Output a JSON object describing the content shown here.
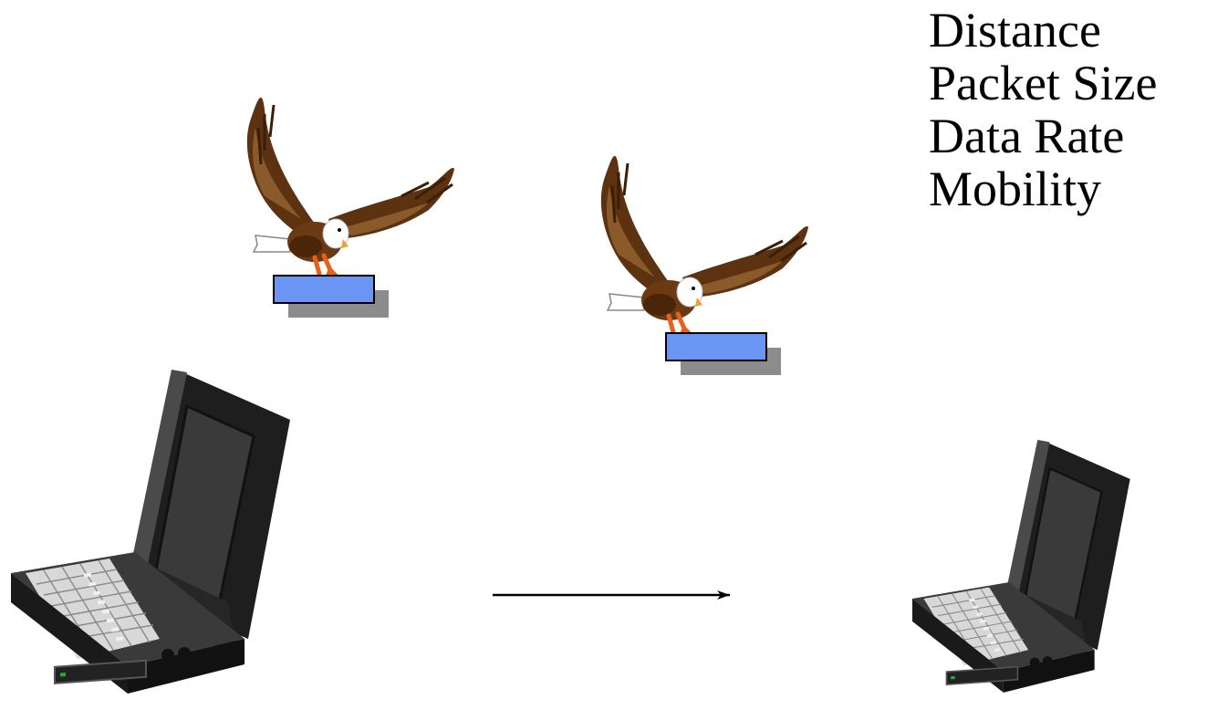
{
  "factors": [
    "Distance",
    "Packet Size",
    "Data Rate",
    "Mobility"
  ],
  "icons": {
    "sender": "laptop-icon",
    "receiver": "laptop-icon",
    "carrier": "eagle-icon",
    "packet": "packet-icon",
    "direction": "arrow-right-icon"
  },
  "colors": {
    "packet": "#6a95f5",
    "packet_shadow": "#8c8c8c",
    "laptop_body": "#2b2b2b",
    "eagle_wing": "#6b3a12",
    "eagle_head": "#ffffff",
    "talon": "#f07020"
  }
}
